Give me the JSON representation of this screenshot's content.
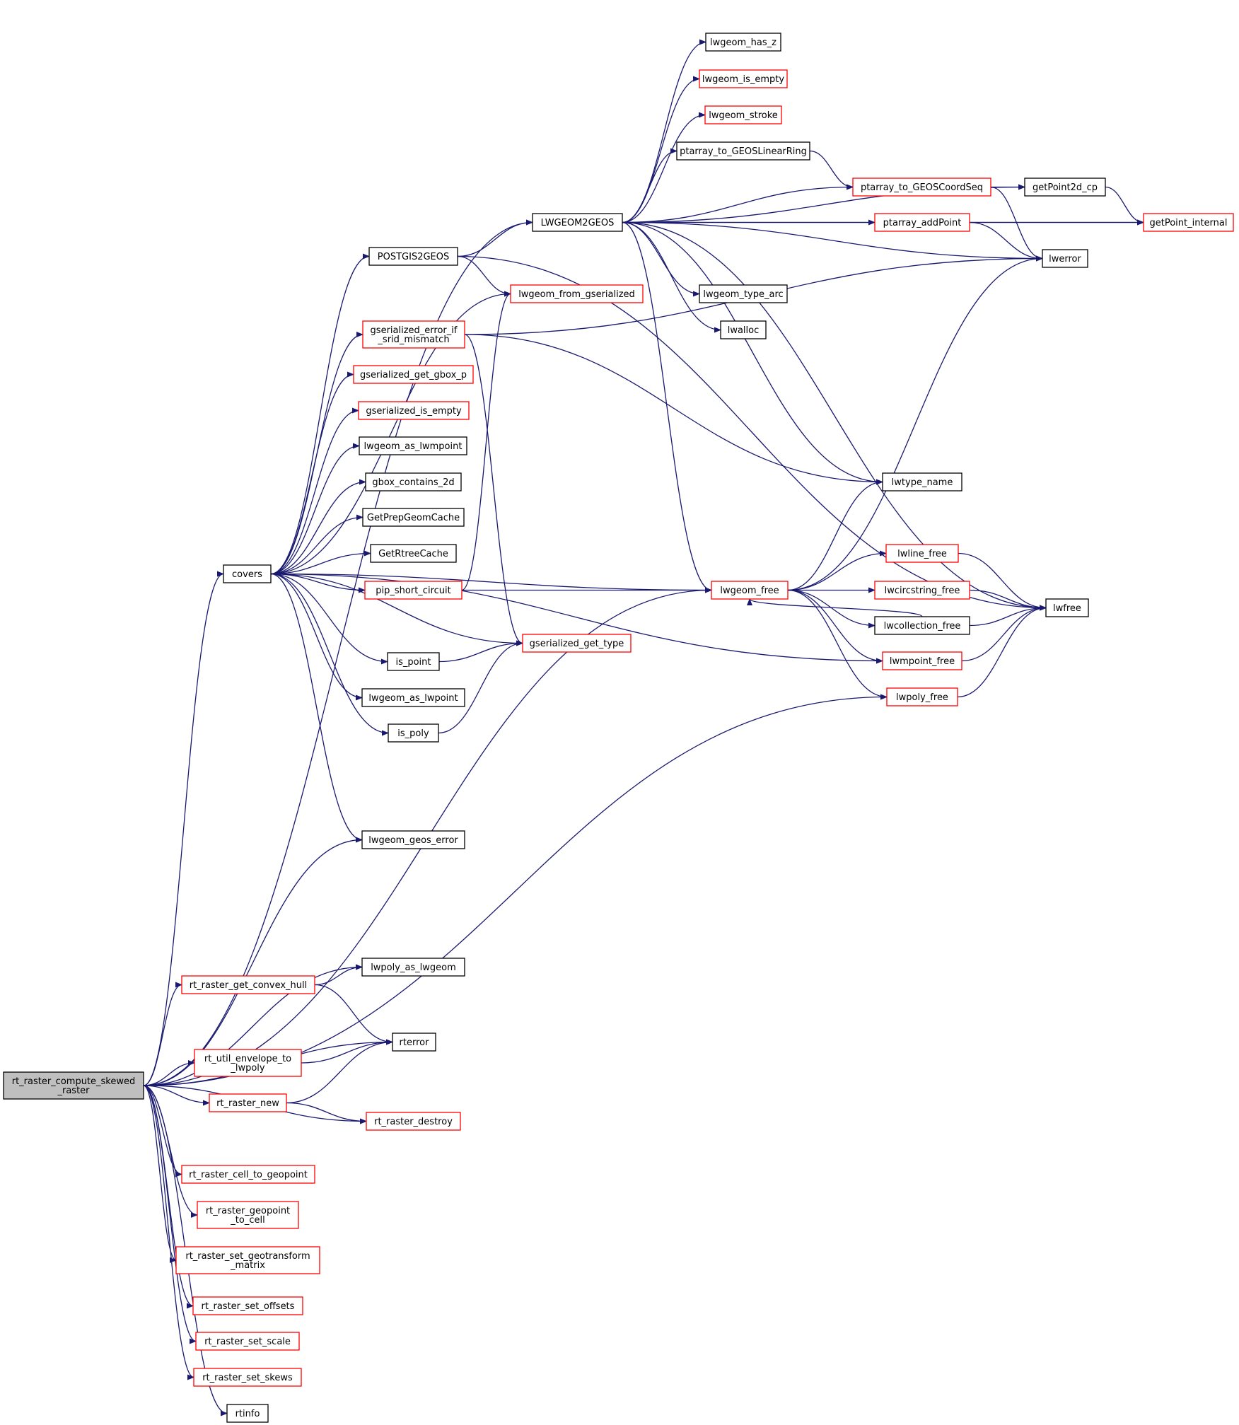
{
  "colors": {
    "edge": "#191970",
    "border_documented": "#000000",
    "border_incomplete": "#ff0000",
    "root_fill": "#bfbfbf",
    "node_fill": "#ffffff"
  },
  "nodes": [
    {
      "id": "root",
      "label": "rt_raster_compute_skewed\n_raster",
      "style": "root"
    },
    {
      "id": "covers",
      "label": "covers",
      "style": "black"
    },
    {
      "id": "LWGEOM2GEOS",
      "label": "LWGEOM2GEOS",
      "style": "black"
    },
    {
      "id": "POSTGIS2GEOS",
      "label": "POSTGIS2GEOS",
      "style": "black"
    },
    {
      "id": "lwgeom_from_gserialized",
      "label": "lwgeom_from_gserialized",
      "style": "red"
    },
    {
      "id": "gserialized_error_if_srid_mismatch",
      "label": "gserialized_error_if\n_srid_mismatch",
      "style": "red"
    },
    {
      "id": "gserialized_get_gbox_p",
      "label": "gserialized_get_gbox_p",
      "style": "red"
    },
    {
      "id": "gserialized_is_empty",
      "label": "gserialized_is_empty",
      "style": "red"
    },
    {
      "id": "lwgeom_as_lwmpoint",
      "label": "lwgeom_as_lwmpoint",
      "style": "black"
    },
    {
      "id": "gbox_contains_2d",
      "label": "gbox_contains_2d",
      "style": "black"
    },
    {
      "id": "GetPrepGeomCache",
      "label": "GetPrepGeomCache",
      "style": "black"
    },
    {
      "id": "GetRtreeCache",
      "label": "GetRtreeCache",
      "style": "black"
    },
    {
      "id": "pip_short_circuit",
      "label": "pip_short_circuit",
      "style": "red"
    },
    {
      "id": "gserialized_get_type",
      "label": "gserialized_get_type",
      "style": "red"
    },
    {
      "id": "is_point",
      "label": "is_point",
      "style": "black"
    },
    {
      "id": "lwgeom_as_lwpoint",
      "label": "lwgeom_as_lwpoint",
      "style": "black"
    },
    {
      "id": "is_poly",
      "label": "is_poly",
      "style": "black"
    },
    {
      "id": "lwgeom_geos_error",
      "label": "lwgeom_geos_error",
      "style": "black"
    },
    {
      "id": "lwgeom_has_z",
      "label": "lwgeom_has_z",
      "style": "black"
    },
    {
      "id": "lwgeom_is_empty",
      "label": "lwgeom_is_empty",
      "style": "red"
    },
    {
      "id": "lwgeom_stroke",
      "label": "lwgeom_stroke",
      "style": "red"
    },
    {
      "id": "ptarray_to_GEOSLinearRing",
      "label": "ptarray_to_GEOSLinearRing",
      "style": "black"
    },
    {
      "id": "ptarray_to_GEOSCoordSeq",
      "label": "ptarray_to_GEOSCoordSeq",
      "style": "red"
    },
    {
      "id": "getPoint2d_cp",
      "label": "getPoint2d_cp",
      "style": "black"
    },
    {
      "id": "getPoint_internal",
      "label": "getPoint_internal",
      "style": "red"
    },
    {
      "id": "ptarray_addPoint",
      "label": "ptarray_addPoint",
      "style": "red"
    },
    {
      "id": "lwerror",
      "label": "lwerror",
      "style": "black"
    },
    {
      "id": "lwgeom_type_arc",
      "label": "lwgeom_type_arc",
      "style": "black"
    },
    {
      "id": "lwalloc",
      "label": "lwalloc",
      "style": "black"
    },
    {
      "id": "lwtype_name",
      "label": "lwtype_name",
      "style": "black"
    },
    {
      "id": "lwgeom_free",
      "label": "lwgeom_free",
      "style": "red"
    },
    {
      "id": "lwline_free",
      "label": "lwline_free",
      "style": "red"
    },
    {
      "id": "lwcircstring_free",
      "label": "lwcircstring_free",
      "style": "red"
    },
    {
      "id": "lwcollection_free",
      "label": "lwcollection_free",
      "style": "black"
    },
    {
      "id": "lwmpoint_free",
      "label": "lwmpoint_free",
      "style": "red"
    },
    {
      "id": "lwpoly_free",
      "label": "lwpoly_free",
      "style": "red"
    },
    {
      "id": "lwfree",
      "label": "lwfree",
      "style": "black"
    },
    {
      "id": "lwpoly_as_lwgeom",
      "label": "lwpoly_as_lwgeom",
      "style": "black"
    },
    {
      "id": "rt_raster_get_convex_hull",
      "label": "rt_raster_get_convex_hull",
      "style": "red"
    },
    {
      "id": "rterror",
      "label": "rterror",
      "style": "black"
    },
    {
      "id": "rt_util_envelope_to_lwpoly",
      "label": "rt_util_envelope_to\n_lwpoly",
      "style": "red"
    },
    {
      "id": "rt_raster_new",
      "label": "rt_raster_new",
      "style": "red"
    },
    {
      "id": "rt_raster_destroy",
      "label": "rt_raster_destroy",
      "style": "red"
    },
    {
      "id": "rt_raster_cell_to_geopoint",
      "label": "rt_raster_cell_to_geopoint",
      "style": "red"
    },
    {
      "id": "rt_raster_geopoint_to_cell",
      "label": "rt_raster_geopoint\n_to_cell",
      "style": "red"
    },
    {
      "id": "rt_raster_set_geotransform_matrix",
      "label": "rt_raster_set_geotransform\n_matrix",
      "style": "red"
    },
    {
      "id": "rt_raster_set_offsets",
      "label": "rt_raster_set_offsets",
      "style": "red"
    },
    {
      "id": "rt_raster_set_scale",
      "label": "rt_raster_set_scale",
      "style": "red"
    },
    {
      "id": "rt_raster_set_skews",
      "label": "rt_raster_set_skews",
      "style": "red"
    },
    {
      "id": "rtinfo",
      "label": "rtinfo",
      "style": "black"
    }
  ],
  "edges": [
    [
      "root",
      "covers"
    ],
    [
      "root",
      "LWGEOM2GEOS"
    ],
    [
      "root",
      "lwgeom_geos_error"
    ],
    [
      "root",
      "lwgeom_free"
    ],
    [
      "root",
      "lwpoly_free"
    ],
    [
      "root",
      "lwpoly_as_lwgeom"
    ],
    [
      "root",
      "rt_raster_get_convex_hull"
    ],
    [
      "root",
      "rterror"
    ],
    [
      "root",
      "rt_util_envelope_to_lwpoly"
    ],
    [
      "root",
      "rt_raster_new"
    ],
    [
      "root",
      "rt_raster_destroy"
    ],
    [
      "root",
      "rt_raster_cell_to_geopoint"
    ],
    [
      "root",
      "rt_raster_geopoint_to_cell"
    ],
    [
      "root",
      "rt_raster_set_geotransform_matrix"
    ],
    [
      "root",
      "rt_raster_set_offsets"
    ],
    [
      "root",
      "rt_raster_set_scale"
    ],
    [
      "root",
      "rt_raster_set_skews"
    ],
    [
      "root",
      "rtinfo"
    ],
    [
      "covers",
      "POSTGIS2GEOS"
    ],
    [
      "covers",
      "lwgeom_from_gserialized"
    ],
    [
      "covers",
      "gserialized_error_if_srid_mismatch"
    ],
    [
      "covers",
      "gserialized_get_gbox_p"
    ],
    [
      "covers",
      "gserialized_is_empty"
    ],
    [
      "covers",
      "lwgeom_as_lwmpoint"
    ],
    [
      "covers",
      "gbox_contains_2d"
    ],
    [
      "covers",
      "GetPrepGeomCache"
    ],
    [
      "covers",
      "GetRtreeCache"
    ],
    [
      "covers",
      "pip_short_circuit"
    ],
    [
      "covers",
      "gserialized_get_type"
    ],
    [
      "covers",
      "is_point"
    ],
    [
      "covers",
      "lwgeom_as_lwpoint"
    ],
    [
      "covers",
      "is_poly"
    ],
    [
      "covers",
      "lwgeom_free"
    ],
    [
      "covers",
      "lwmpoint_free"
    ],
    [
      "covers",
      "lwgeom_geos_error"
    ],
    [
      "POSTGIS2GEOS",
      "LWGEOM2GEOS"
    ],
    [
      "POSTGIS2GEOS",
      "lwgeom_from_gserialized"
    ],
    [
      "POSTGIS2GEOS",
      "lwfree"
    ],
    [
      "gserialized_error_if_srid_mismatch",
      "lwerror"
    ],
    [
      "gserialized_error_if_srid_mismatch",
      "lwtype_name"
    ],
    [
      "gserialized_error_if_srid_mismatch",
      "gserialized_get_type"
    ],
    [
      "pip_short_circuit",
      "lwgeom_from_gserialized"
    ],
    [
      "pip_short_circuit",
      "lwgeom_free"
    ],
    [
      "is_point",
      "gserialized_get_type"
    ],
    [
      "is_poly",
      "gserialized_get_type"
    ],
    [
      "LWGEOM2GEOS",
      "lwgeom_has_z"
    ],
    [
      "LWGEOM2GEOS",
      "lwgeom_is_empty"
    ],
    [
      "LWGEOM2GEOS",
      "lwgeom_stroke"
    ],
    [
      "LWGEOM2GEOS",
      "ptarray_to_GEOSLinearRing"
    ],
    [
      "LWGEOM2GEOS",
      "ptarray_to_GEOSCoordSeq"
    ],
    [
      "LWGEOM2GEOS",
      "getPoint2d_cp"
    ],
    [
      "LWGEOM2GEOS",
      "ptarray_addPoint"
    ],
    [
      "LWGEOM2GEOS",
      "lwerror"
    ],
    [
      "LWGEOM2GEOS",
      "lwgeom_type_arc"
    ],
    [
      "LWGEOM2GEOS",
      "lwalloc"
    ],
    [
      "LWGEOM2GEOS",
      "lwtype_name"
    ],
    [
      "LWGEOM2GEOS",
      "lwgeom_free"
    ],
    [
      "LWGEOM2GEOS",
      "lwfree"
    ],
    [
      "LWGEOM2GEOS",
      "getPoint_internal"
    ],
    [
      "ptarray_to_GEOSLinearRing",
      "ptarray_to_GEOSCoordSeq"
    ],
    [
      "ptarray_to_GEOSCoordSeq",
      "getPoint2d_cp"
    ],
    [
      "ptarray_to_GEOSCoordSeq",
      "lwerror"
    ],
    [
      "getPoint2d_cp",
      "getPoint_internal"
    ],
    [
      "ptarray_addPoint",
      "getPoint_internal"
    ],
    [
      "ptarray_addPoint",
      "lwerror"
    ],
    [
      "lwgeom_free",
      "lwtype_name"
    ],
    [
      "lwgeom_free",
      "lwerror"
    ],
    [
      "lwgeom_free",
      "lwline_free"
    ],
    [
      "lwgeom_free",
      "lwcircstring_free"
    ],
    [
      "lwgeom_free",
      "lwcollection_free"
    ],
    [
      "lwgeom_free",
      "lwmpoint_free"
    ],
    [
      "lwgeom_free",
      "lwpoly_free"
    ],
    [
      "lwline_free",
      "lwfree"
    ],
    [
      "lwcircstring_free",
      "lwfree"
    ],
    [
      "lwcollection_free",
      "lwfree"
    ],
    [
      "lwcollection_free",
      "lwgeom_free"
    ],
    [
      "lwmpoint_free",
      "lwfree"
    ],
    [
      "lwpoly_free",
      "lwfree"
    ],
    [
      "rt_raster_get_convex_hull",
      "lwpoly_as_lwgeom"
    ],
    [
      "rt_raster_get_convex_hull",
      "rterror"
    ],
    [
      "rt_util_envelope_to_lwpoly",
      "rterror"
    ],
    [
      "rt_raster_new",
      "rterror"
    ],
    [
      "rt_raster_new",
      "rt_raster_destroy"
    ]
  ]
}
